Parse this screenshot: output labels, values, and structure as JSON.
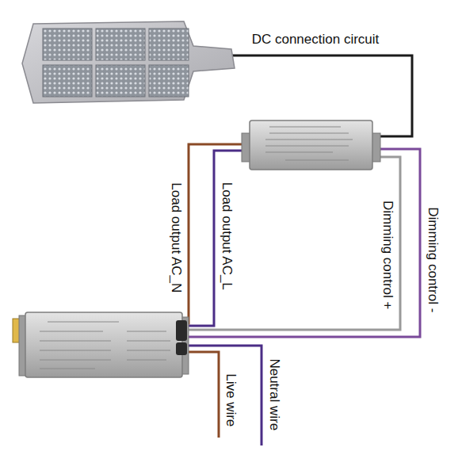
{
  "diagram": {
    "labels": [
      "DC connection circuit",
      "Load output AC_N",
      "Load output AC_L",
      "Dimming control +",
      "Dimming control -",
      "Neutral wire",
      "Live wire"
    ]
  }
}
